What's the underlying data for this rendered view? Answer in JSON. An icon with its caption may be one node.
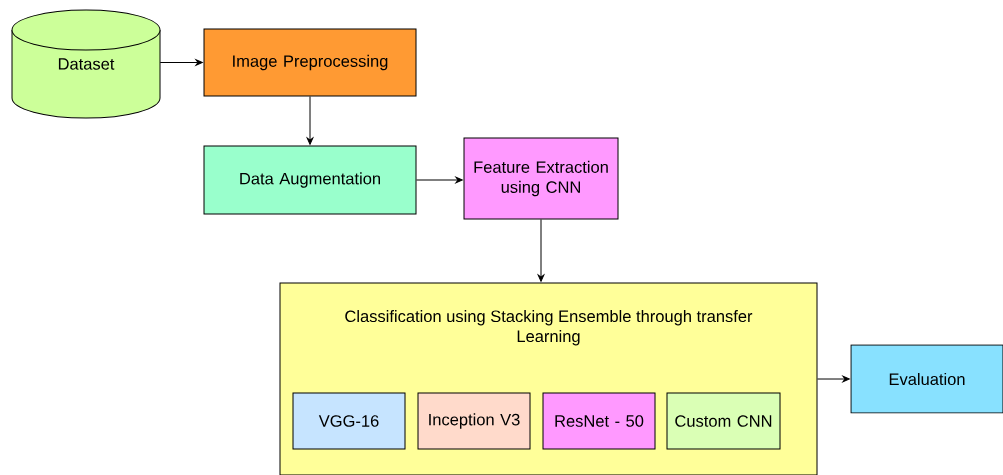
{
  "diagram": {
    "nodes": [
      {
        "text": [
          "Dataset"
        ]
      },
      {
        "text": [
          "Image Preprocessing"
        ]
      },
      {
        "text": [
          "Data Augmentation"
        ]
      },
      {
        "text": [
          "Feature Extraction using CNN"
        ]
      },
      {
        "text": [
          "Classification using Stacking Ensemble through transfer Learning"
        ]
      },
      {
        "text": [
          "VGG-16"
        ],
        "in": 4
      },
      {
        "text": [
          "Inception V3"
        ],
        "in": 4
      },
      {
        "text": [
          "ResNet - 50"
        ],
        "in": 4
      },
      {
        "text": [
          "Custom CNN"
        ],
        "in": 4
      },
      {
        "text": [
          "Evaluation"
        ]
      }
    ],
    "edges": [
      {
        "from": 0,
        "to": 1,
        "arrow": "to"
      },
      {
        "from": 1,
        "to": 2,
        "arrow": "to"
      },
      {
        "from": 2,
        "to": 3,
        "arrow": "to"
      },
      {
        "from": 3,
        "to": 4,
        "arrow": "to"
      },
      {
        "from": 4,
        "to": 9,
        "arrow": "to"
      }
    ]
  }
}
